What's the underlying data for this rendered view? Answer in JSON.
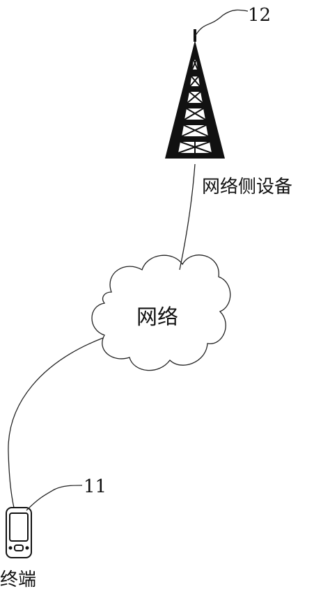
{
  "labels": {
    "tower_ref": "12",
    "tower_name": "网络侧设备",
    "network_name": "网络",
    "terminal_ref": "11",
    "terminal_name": "终端"
  },
  "icons": {
    "tower": "cell-tower-icon",
    "network": "cloud-icon",
    "terminal": "mobile-phone-icon"
  },
  "colors": {
    "line": "#222222",
    "background": "#ffffff"
  }
}
